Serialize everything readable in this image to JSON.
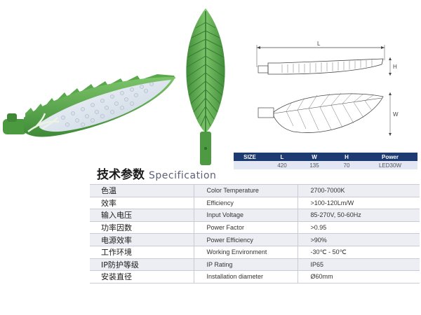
{
  "drawing_labels": {
    "length": "L",
    "height": "H",
    "width": "W"
  },
  "size_table": {
    "headers": [
      "SIZE",
      "L",
      "W",
      "H",
      "Power"
    ],
    "row": [
      "",
      "420",
      "135",
      "70",
      "LED30W"
    ]
  },
  "spec_heading": {
    "title_cn": "技术参数",
    "title_en": "Specification"
  },
  "spec_rows": [
    {
      "cn": "色温",
      "en": "Color Temperature",
      "value": "2700-7000K"
    },
    {
      "cn": "效率",
      "en": "Efficiency",
      "value": ">100-120Lm/W"
    },
    {
      "cn": "输入电压",
      "en": "Input Voltage",
      "value": "85-270V, 50-60Hz"
    },
    {
      "cn": "功率因数",
      "en": "Power Factor",
      "value": ">0.95"
    },
    {
      "cn": "电源效率",
      "en": "Power Efficiency",
      "value": ">90%"
    },
    {
      "cn": "工作环境",
      "en": "Working Environment",
      "value": "-30℃ - 50℃"
    },
    {
      "cn": "IP防护等级",
      "en": "IP Rating",
      "value": "IP65"
    },
    {
      "cn": "安装直径",
      "en": "Installation diameter",
      "value": "Ø60mm"
    }
  ],
  "colors": {
    "leaf_green": "#5aa84c",
    "header_navy": "#1d3b72",
    "row_shade": "#eceef3"
  }
}
